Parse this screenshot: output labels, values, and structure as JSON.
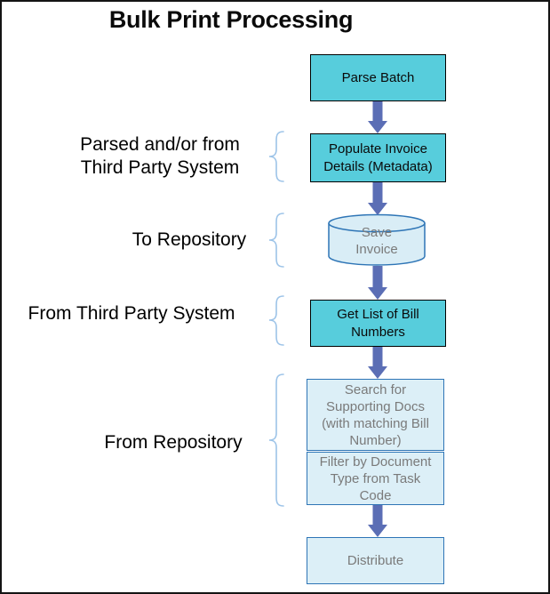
{
  "title": "Bulk Print Processing",
  "diagram": {
    "nodes": [
      {
        "id": "parse-batch",
        "label": "Parse Batch",
        "type": "process-teal"
      },
      {
        "id": "populate-invoice",
        "label": "Populate Invoice Details (Metadata)",
        "type": "process-teal"
      },
      {
        "id": "save-invoice",
        "label": "Save Invoice",
        "type": "datastore-cylinder"
      },
      {
        "id": "get-bill-numbers",
        "label": "Get List of Bill Numbers",
        "type": "process-teal"
      },
      {
        "id": "search-docs",
        "label": "Search for Supporting Docs (with matching Bill Number)",
        "type": "process-light"
      },
      {
        "id": "filter-doctype",
        "label": "Filter by Document Type from Task Code",
        "type": "process-light"
      },
      {
        "id": "distribute",
        "label": "Distribute",
        "type": "process-light"
      }
    ],
    "annotations": [
      {
        "id": "annotation-populate",
        "label": "Parsed and/or from\nThird Party System"
      },
      {
        "id": "annotation-save",
        "label": "To Repository"
      },
      {
        "id": "annotation-get-bills",
        "label": "From Third Party System"
      },
      {
        "id": "annotation-search",
        "label": "From Repository"
      }
    ],
    "colors": {
      "teal_fill": "#57CDDC",
      "light_fill": "#DCEFF7",
      "blue_border": "#2E75B6",
      "arrow": "#5B6EB5",
      "brace": "#9CC3E8",
      "muted_text": "#7A7A7A",
      "frame": "#141414"
    }
  }
}
